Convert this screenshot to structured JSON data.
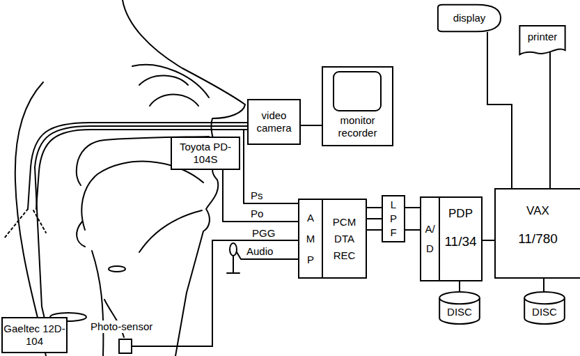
{
  "diagram": {
    "nodes": [
      {
        "text": [
          "display"
        ]
      },
      {
        "text": [
          "printer"
        ]
      },
      {
        "text": [
          "video camera"
        ]
      },
      {
        "text": [
          "monitor recorder"
        ]
      },
      {
        "text": [
          "Toyota PD-104S"
        ]
      },
      {
        "text": [
          "AMP"
        ]
      },
      {
        "text": [
          "PCM DTA REC"
        ]
      },
      {
        "text": [
          "LPF"
        ]
      },
      {
        "text": [
          "A/D"
        ]
      },
      {
        "text": [
          "PDP",
          "11/34"
        ]
      },
      {
        "text": [
          "VAX",
          "11/780"
        ]
      },
      {
        "text": [
          "DISC"
        ]
      },
      {
        "text": [
          "DISC"
        ]
      },
      {
        "text": [
          "Photo-sensor"
        ]
      },
      {
        "text": [
          "Gaeltec 12D-104"
        ]
      }
    ],
    "edges": [
      {
        "from": 2,
        "to": 3,
        "arrow": "none"
      },
      {
        "from": 0,
        "to": 10,
        "arrow": "none"
      },
      {
        "from": 1,
        "to": 10,
        "arrow": "none"
      },
      {
        "from": 6,
        "to": 7,
        "arrow": "none"
      },
      {
        "from": 7,
        "to": 8,
        "arrow": "none"
      },
      {
        "from": 9,
        "to": 10,
        "arrow": "none"
      },
      {
        "from": 9,
        "to": 11,
        "arrow": "none"
      },
      {
        "from": 10,
        "to": 12,
        "arrow": "none"
      },
      {
        "from": 13,
        "to": 5,
        "label": "PGG",
        "arrow": "none"
      }
    ],
    "labels": [
      "Ps",
      "Po",
      "Audio"
    ]
  }
}
